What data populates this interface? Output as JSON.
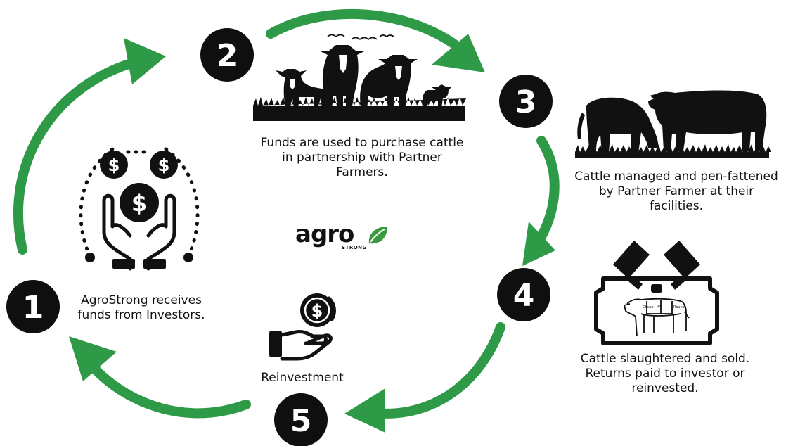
{
  "colors": {
    "arrow": "#2e9a47",
    "badge": "#0f0f0f",
    "badge_text": "#ffffff",
    "leaf": "#3a9a3d"
  },
  "logo": {
    "word": "agro",
    "sub": "STRONG"
  },
  "steps": [
    {
      "number": "1",
      "text": "AgroStrong receives\nfunds from Investors.",
      "icon": "hands-money-icon"
    },
    {
      "number": "2",
      "text": "Funds are used to purchase cattle\nin partnership with Partner\nFarmers.",
      "icon": "cattle-herd-icon"
    },
    {
      "number": "3",
      "text": "Cattle managed and pen-fattened\nby Partner Farmer at their\nfacilities.",
      "icon": "grazing-cattle-icon"
    },
    {
      "number": "4",
      "text": "Cattle slaughtered and sold.\nReturns paid to investor or\nreinvested.",
      "icon": "butcher-sign-icon"
    },
    {
      "number": "5",
      "text": "Reinvestment",
      "icon": "hand-coin-icon"
    }
  ]
}
